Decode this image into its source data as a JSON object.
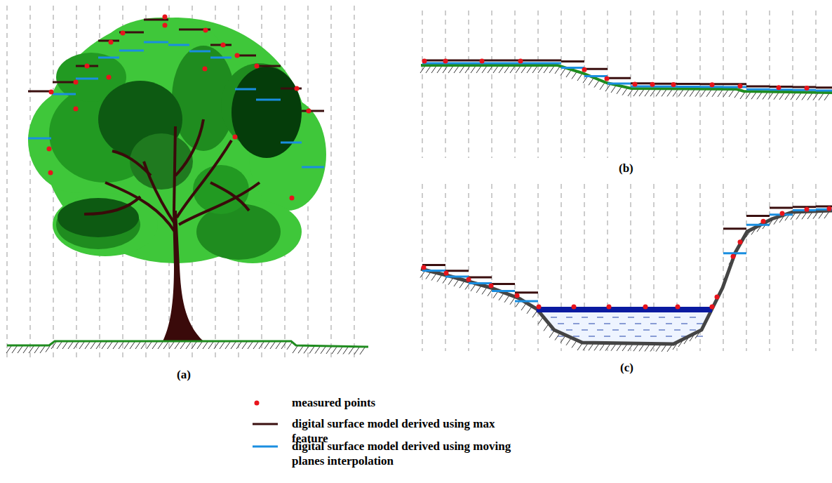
{
  "diagram": {
    "labels": [
      "(a)",
      "(b)",
      "(c)"
    ],
    "legend": [
      {
        "text": "measured points"
      },
      {
        "text": "digital surface model derived using max feature"
      },
      {
        "text": "digital surface model derived using moving planes interpolation"
      }
    ]
  }
}
